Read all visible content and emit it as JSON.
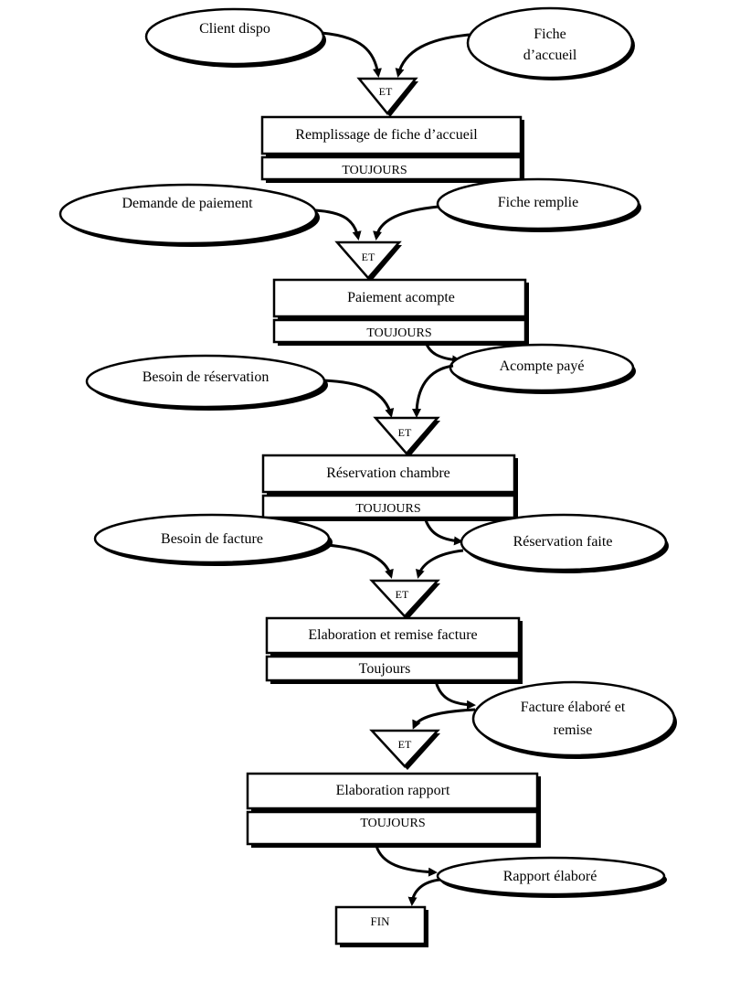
{
  "events": {
    "client_dispo": "Client dispo",
    "fiche_accueil_line1": "Fiche",
    "fiche_accueil_line2": "d’accueil",
    "demande_paiement": "Demande de paiement",
    "fiche_remplie": "Fiche remplie",
    "besoin_reservation": "Besoin de réservation",
    "acompte_paye": "Acompte payé",
    "besoin_facture": "Besoin de facture",
    "reservation_faite": "Réservation faite",
    "facture_elabore_line1": "Facture élaboré et",
    "facture_elabore_line2": "remise",
    "rapport_elabore": "Rapport élaboré"
  },
  "synchro": {
    "et1": "ET",
    "et2": "ET",
    "et3": "ET",
    "et4": "ET",
    "et5": "ET"
  },
  "operations": {
    "op1": {
      "title": "Remplissage de fiche d’accueil",
      "rule": "TOUJOURS"
    },
    "op2": {
      "title": "Paiement acompte",
      "rule": "TOUJOURS"
    },
    "op3": {
      "title": "Réservation chambre",
      "rule": "TOUJOURS"
    },
    "op4": {
      "title": "Elaboration et remise facture",
      "rule": "Toujours"
    },
    "op5": {
      "title": "Elaboration rapport",
      "rule": "TOUJOURS"
    }
  },
  "end": {
    "label": "FIN"
  }
}
